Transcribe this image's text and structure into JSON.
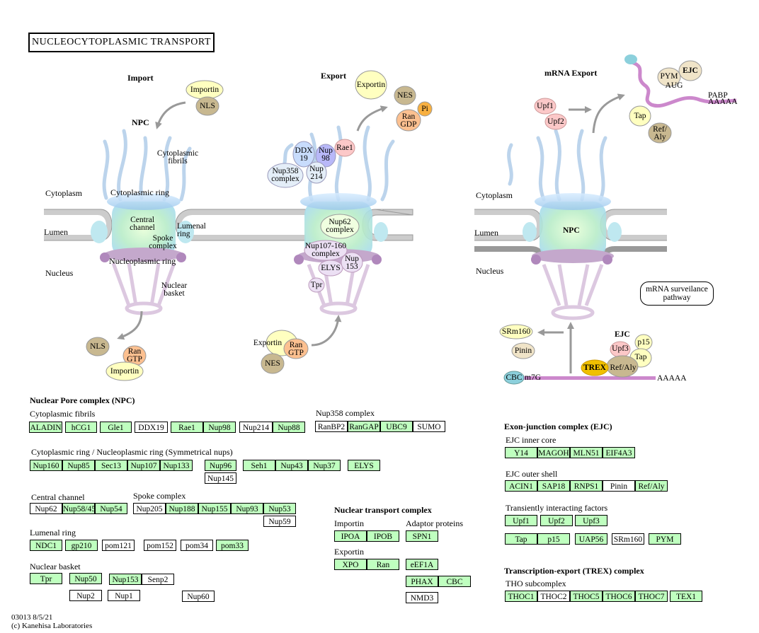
{
  "title": "NUCLEOCYTOPLASMIC  TRANSPORT",
  "import": {
    "heading": "Import",
    "npc": "NPC",
    "cytoplasmic_fibrils": "Cytoplasmic\nfibrils",
    "cytoplasm": "Cytoplasm",
    "cytoplasmic_ring": "Cytoplasmic ring",
    "lumen": "Lumen",
    "central_channel": "Central\nchannel",
    "lumenal_ring": "Lumenal\nring",
    "spoke_complex": "Spoke\ncomplex",
    "nucleoplasmic_ring": "Nucleoplasmic ring",
    "nucleus": "Nucleus",
    "nuclear_basket": "Nuclear\nbasket",
    "importin_top": "Importin",
    "nls_top": "NLS",
    "nls_bottom": "NLS",
    "ran_gtp_bottom": "Ran\nGTP",
    "importin_bottom": "Importin"
  },
  "export": {
    "heading": "Export",
    "exportin_top": "Exportin",
    "nes_top": "NES",
    "pi": "Pi",
    "ran_gdp": "Ran\nGDP",
    "ddx19": "DDX\n19",
    "nup98": "Nup\n98",
    "rae1": "Rae1",
    "nup358_complex": "Nup358\ncomplex",
    "nup214": "Nup\n214",
    "nup62_complex": "Nup62\ncomplex",
    "nup107_160": "Nup107-160\ncomplex",
    "elys": "ELYS",
    "nup153": "Nup\n153",
    "tpr": "Tpr",
    "exportin_bottom": "Exportin",
    "ran_gtp_bottom": "Ran\nGTP",
    "nes_bottom": "NES"
  },
  "mrna": {
    "heading": "mRNA Export",
    "upf1": "Upf1",
    "upf2": "Upf2",
    "pym": "PYM",
    "ejc_top": "EJC",
    "aug": "AUG",
    "pabp": "PABP",
    "aaaaa_top": "AAAAA",
    "tap_top": "Tap",
    "ref_aly_top": "Ref/\nAly",
    "cytoplasm": "Cytoplasm",
    "lumen": "Lumen",
    "npc": "NPC",
    "nucleus": "Nucleus",
    "surveillance": "mRNA surveilance\npathway",
    "srm160": "SRm160",
    "pinin": "Pinin",
    "ejc_bottom": "EJC",
    "p15": "p15",
    "upf3": "Upf3",
    "tap_bottom": "Tap",
    "trex": "TREX",
    "ref_aly_bottom": "Ref/Aly",
    "cbc": "CBC",
    "m7g": "m7G",
    "aaaaa_bottom": "AAAAA"
  },
  "npc_section": {
    "heading": "Nuclear Pore complex (NPC)",
    "cytoplasmic_fibrils_label": "Cytoplasmic fibrils",
    "fibrils": [
      "ALADIN",
      "hCG1",
      "Gle1",
      "DDX19",
      "Rae1",
      "Nup98",
      "Nup214",
      "Nup88"
    ],
    "nup358_label": "Nup358 complex",
    "nup358": [
      "RanBP2",
      "RanGAP",
      "UBC9",
      "SUMO"
    ],
    "rings_label": "Cytoplasmic ring / Nucleoplasmic ring (Symmetrical nups)",
    "rings": [
      "Nup160",
      "Nup85",
      "Sec13",
      "Nup107",
      "Nup133",
      "Nup96",
      "Nup145",
      "Seh1",
      "Nup43",
      "Nup37",
      "ELYS"
    ],
    "central_label": "Central channel",
    "central": [
      "Nup62",
      "Nup58/45",
      "Nup54"
    ],
    "spoke_label": "Spoke complex",
    "spoke": [
      "Nup205",
      "Nup188",
      "Nup155",
      "Nup93",
      "Nup53",
      "Nup59"
    ],
    "lumenal_label": "Lumenal ring",
    "lumenal": [
      "NDC1",
      "gp210",
      "pom121",
      "pom152",
      "pom34",
      "pom33"
    ],
    "basket_label": "Nuclear basket",
    "basket": [
      "Tpr",
      "Nup50",
      "Nup153",
      "Senp2",
      "Nup2",
      "Nup1",
      "Nup60"
    ]
  },
  "transport_section": {
    "heading": "Nuclear transport complex",
    "importin_label": "Importin",
    "importin": [
      "IPOA",
      "IPOB"
    ],
    "adaptor_label": "Adaptor proteins",
    "adaptor": [
      "SPN1",
      "eEF1A",
      "PHAX",
      "CBC",
      "NMD3"
    ],
    "exportin_label": "Exportin",
    "exportin": [
      "XPO",
      "Ran"
    ]
  },
  "ejc_section": {
    "heading": "Exon-junction complex (EJC)",
    "inner_label": "EJC inner core",
    "inner": [
      "Y14",
      "MAGOH",
      "MLN51",
      "EIF4A3"
    ],
    "outer_label": "EJC outer shell",
    "outer": [
      "ACIN1",
      "SAP18",
      "RNPS1",
      "Pinin",
      "Ref/Aly"
    ],
    "transient_label": "Transiently interacting factors",
    "transient": [
      "Upf1",
      "Upf2",
      "Upf3",
      "Tap",
      "p15",
      "UAP56",
      "SRm160",
      "PYM"
    ]
  },
  "trex_section": {
    "heading": "Transcription-export (TREX) complex",
    "tho_label": "THO subcomplex",
    "tho": [
      "THOC1",
      "THOC2",
      "THOC5",
      "THOC6",
      "THOC7",
      "TEX1"
    ]
  },
  "footer": {
    "code": "03013 8/5/21",
    "copyright": "(c) Kanehisa Laboratories"
  },
  "colors": {
    "gene_fill": "#bfffbf",
    "fibril": "#bcd4ec",
    "membrane": "#d8d8d8",
    "basket": "#dcc8e0",
    "pore": "#b8ecd8",
    "arrow": "#999999",
    "mrna": "#cc88cc",
    "trex": "#f0c000"
  }
}
